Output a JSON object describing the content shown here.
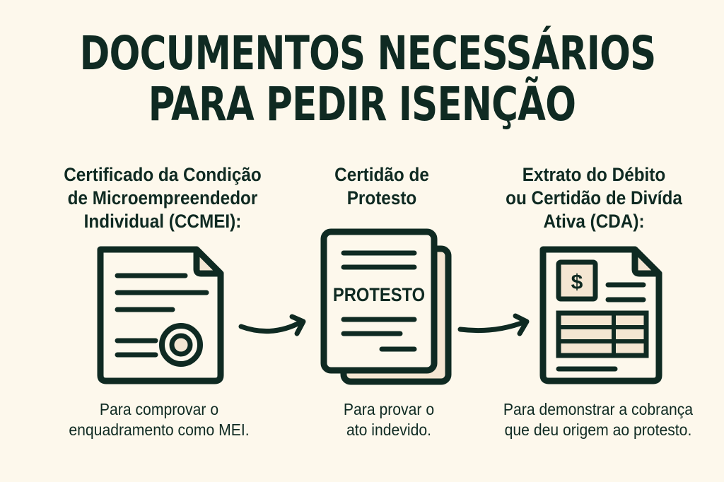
{
  "title": {
    "line1": "DOCUMENTOS NECESSÁRIOS",
    "line2": "PARA PEDIR ISENÇÃO"
  },
  "colors": {
    "background": "#fdf8ec",
    "ink": "#0f2a22",
    "fill": "#f4e6d2"
  },
  "documents": [
    {
      "heading": [
        "Certificado da Condição",
        "de Microempreendedor",
        "Individual (CCMEI):"
      ],
      "icon": "certificate-document-icon",
      "description": [
        "Para comprovar o",
        "enquadramento como MEI."
      ]
    },
    {
      "heading": [
        "Certidão de",
        "Protesto"
      ],
      "icon": "protest-document-icon",
      "icon_label": "PROTESTO",
      "description": [
        "Para provar o",
        "ato indevido."
      ]
    },
    {
      "heading": [
        "Extrato do Débito",
        "ou Certidão de Divída",
        "Ativa (CDA):"
      ],
      "icon": "debt-statement-icon",
      "icon_symbol": "$",
      "description": [
        "Para demonstrar a cobrança",
        "que deu origem ao protesto."
      ]
    }
  ],
  "connectors": [
    "arrow-right-icon",
    "arrow-right-icon"
  ]
}
